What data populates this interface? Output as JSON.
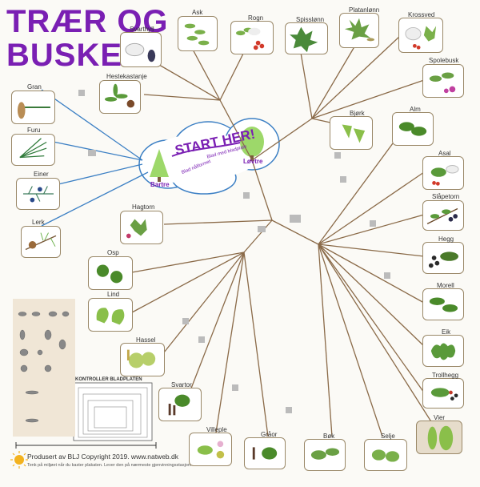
{
  "title_line1": "TRÆR OG",
  "title_line2": "BUSKER",
  "start_label": "START HER!",
  "group_conifer": "Bartre",
  "group_deciduous": "Løvtre",
  "branch_conifer": "Blad nålformet",
  "branch_deciduous": "Blad med bladplate",
  "species": {
    "ask": "Ask",
    "rogn": "Rogn",
    "spisslonn": "Spisslønn",
    "platanlonn": "Platanlønn",
    "krossved": "Krossved",
    "svarthyll": "Svarthyll",
    "hestekastanje": "Hestekastanje",
    "spolebusk": "Spolebusk",
    "gran": "Gran",
    "furu": "Furu",
    "einer": "Einer",
    "lerk": "Lerk",
    "bjork": "Bjørk",
    "alm": "Alm",
    "asal": "Asal",
    "slapetorn": "Slåpetorn",
    "hegg": "Hegg",
    "morell": "Morell",
    "eik": "Eik",
    "trollhegg": "Trollhegg",
    "vier": "Vier",
    "hagtorn": "Hagtorn",
    "osp": "Osp",
    "lind": "Lind",
    "hassel": "Hassel",
    "svartor": "Svartor",
    "villeple": "Villeple",
    "graor": "Gråor",
    "bok": "Bøk",
    "selje": "Selje"
  },
  "control_title": "KONTROLLER BLADPLATEN",
  "footer_line1": "Produsert av BLJ Copyright 2019. www.natweb.dk",
  "footer_line2": "Tenk på miljøet når du kaster plakaten. Lever den på nærmeste gjenvinningsstasjon.",
  "colors": {
    "title": "#7a1fb3",
    "conifer_line": "#3b7fc4",
    "deciduous_line": "#7a5a3a",
    "frame": "#9a8868"
  }
}
